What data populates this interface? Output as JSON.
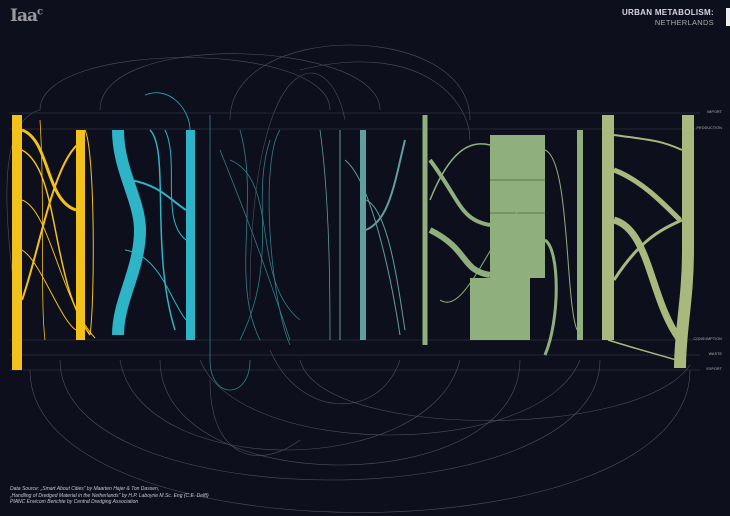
{
  "logo": {
    "text": "Iaa",
    "sup": "c"
  },
  "title": {
    "line1": "URBAN METABOLISM:",
    "line2": "NETHERLANDS"
  },
  "rows": [
    "IMPORT",
    "PRODUCTION",
    "CONSUMPTION",
    "WASTE",
    "EXPORT"
  ],
  "source": [
    "Data Source: „Smart About Cities” by Maarten Hajer & Ton Dassen,",
    "„Handling of Dredged Material in the Netherlands” by H.P. Laboyrie M.Sc. Eng (C.E. Delft)",
    "PIANC Envicom Berichte by Central Dredging Association"
  ],
  "colors": {
    "bg": "#0e0f1c",
    "yellow": "#f2c21b",
    "cyan": "#2db4c6",
    "teal": "#2f7f86",
    "slate": "#5f9fa0",
    "green": "#8fb07c",
    "olive": "#a9b97e",
    "arc": "#6b6f80"
  }
}
